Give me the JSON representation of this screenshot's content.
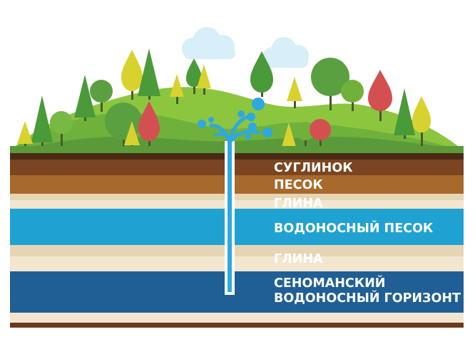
{
  "layers": {
    "loam": "СУГЛИНОК",
    "sand": "ПЕСОК",
    "clay_upper": "ГЛИНА",
    "aquifer_sand": "ВОДОНОСНЫЙ ПЕСОК",
    "clay_lower": "ГЛИНА",
    "cenomanian": "СЕНОМАНСКИЙ\nВОДОНОСНЫЙ ГОРИЗОНТ"
  },
  "colors": {
    "grass": "#5a9a3a",
    "hill_light": "#8cc63f",
    "topsoil": "#6b3a1e",
    "loam": "#7a4520",
    "sand": "#a8692c",
    "beige": "#e6d5b4",
    "beige_light": "#f2e6cf",
    "aquifer_sand": "#1fa2d2",
    "cenomanian": "#1f5f96",
    "bottom_soil": "#6b3a1e",
    "water": "#2fa8e0",
    "cloud": "#d8eef8",
    "tree_dark": "#4a9a3a",
    "tree_yellow": "#d8d22e",
    "tree_red": "#d45050"
  },
  "icons": {
    "tree": "tree-icon",
    "cloud": "cloud-icon",
    "fountain": "water-fountain-icon",
    "well": "well-pipe-icon"
  }
}
